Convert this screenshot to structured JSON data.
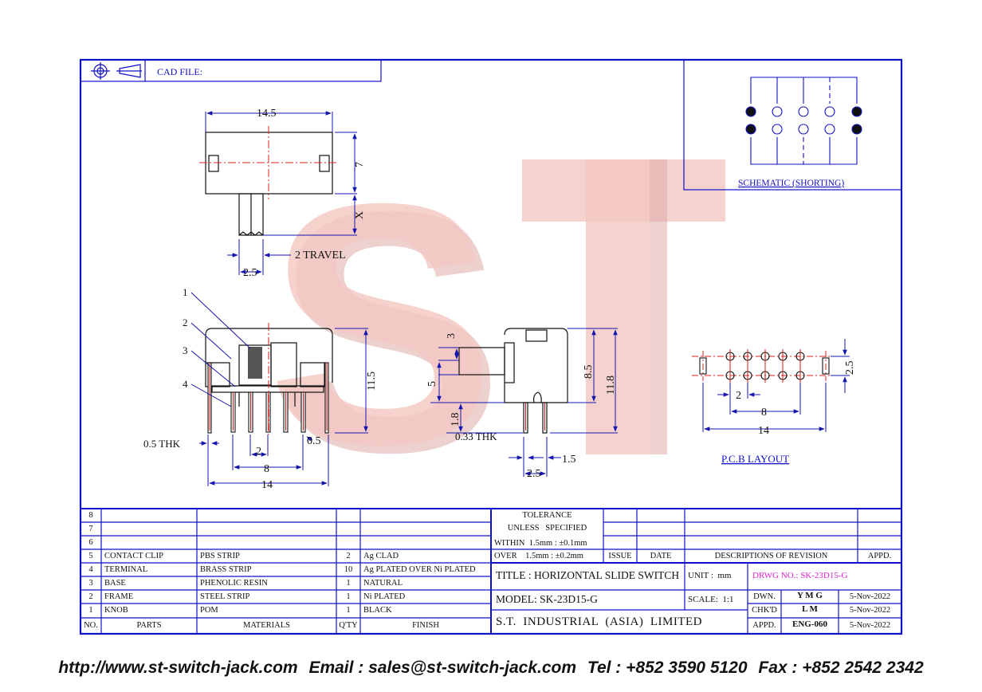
{
  "header": {
    "cad_label": "CAD FILE:",
    "schematic_label": "SCHEMATIC (SHORTING)"
  },
  "watermark": {
    "text": "ST",
    "color": "#f2b9b3"
  },
  "colors": {
    "line": "#1010c8",
    "dim": "#1515b0",
    "center": "#e0201c",
    "drwg": "#e020d0",
    "pin": "#d01818"
  },
  "dims_top": {
    "width": "14.5",
    "height": "7",
    "x": "X",
    "travel": "2 TRAVEL",
    "knob": "2.5"
  },
  "dims_front": {
    "parts": [
      "1",
      "2",
      "3",
      "4"
    ],
    "height": "11.5",
    "thk": "0.5 THK",
    "pitch": "2",
    "pin": "0.5",
    "span8": "8",
    "span14": "14"
  },
  "dims_side": {
    "knob_h": "3",
    "knob_pos": "5",
    "body": "8.5",
    "total": "11.8",
    "pin_len": "1.8",
    "thk": "0.33 THK",
    "pin_w": "1.5",
    "pin_span": "2.5"
  },
  "pcb": {
    "pitch": "2",
    "row": "2.5",
    "span8": "8",
    "span14": "14",
    "title": "P.C.B LAYOUT"
  },
  "tolerance": {
    "title": "TOLERANCE",
    "sub": "UNLESS   SPECIFIED",
    "within": "WITHIN  1.5mm : ±0.1mm",
    "over": "OVER    1.5mm : ±0.2mm"
  },
  "revision": {
    "issue": "ISSUE",
    "date": "DATE",
    "desc": "DESCRIPTIONS OF REVISION",
    "appd": "APPD."
  },
  "bom": {
    "headers": [
      "NO.",
      "PARTS",
      "MATERIALS",
      "Q'TY",
      "FINISH"
    ],
    "rows": [
      [
        "8",
        "",
        "",
        "",
        ""
      ],
      [
        "7",
        "",
        "",
        "",
        ""
      ],
      [
        "6",
        "",
        "",
        "",
        ""
      ],
      [
        "5",
        "CONTACT CLIP",
        "PBS STRIP",
        "2",
        "Ag CLAD"
      ],
      [
        "4",
        "TERMINAL",
        "BRASS STRIP",
        "10",
        "Ag PLATED OVER Ni PLATED"
      ],
      [
        "3",
        "BASE",
        "PHENOLIC RESIN",
        "1",
        "NATURAL"
      ],
      [
        "2",
        "FRAME",
        "STEEL STRIP",
        "1",
        "Ni PLATED"
      ],
      [
        "1",
        "KNOB",
        "POM",
        "1",
        "BLACK"
      ]
    ]
  },
  "title_block": {
    "title": "TITLE : HORIZONTAL SLIDE SWITCH",
    "unit": "UNIT :  mm",
    "drwg": "DRWG NO.: SK-23D15-G",
    "model": "MODEL: SK-23D15-G",
    "scale": "SCALE:  1:1",
    "company": "S.T.  INDUSTRIAL  (ASIA)  LIMITED",
    "dwn_label": "DWN.",
    "dwn": "Y M G",
    "dwn_date": "5-Nov-2022",
    "chk_label": "CHK'D",
    "chk": "L M",
    "chk_date": "5-Nov-2022",
    "appd_label": "APPD.",
    "appd": "ENG-060",
    "appd_date": "5-Nov-2022"
  },
  "footer": {
    "url": "http://www.st-switch-jack.com",
    "email": "Email : sales@st-switch-jack.com",
    "tel": "Tel : +852 3590 5120",
    "fax": "Fax : +852 2542 2342"
  }
}
